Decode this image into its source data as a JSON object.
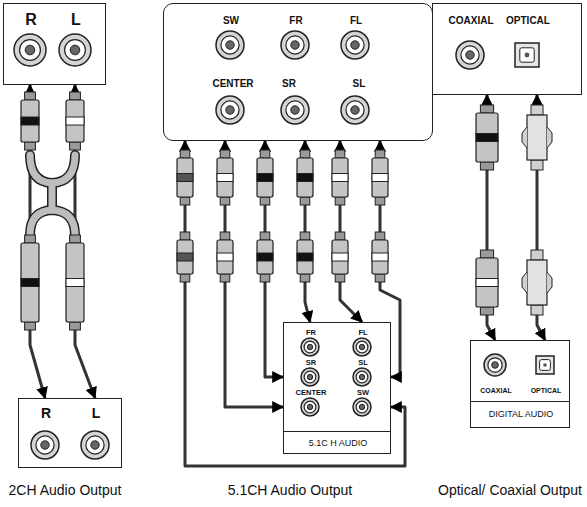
{
  "diagram": {
    "nodes": [
      {
        "text": [
          "R",
          "L"
        ]
      },
      {
        "text": [
          "R",
          "L"
        ]
      },
      {
        "text": [
          "SW",
          "FR",
          "FL",
          "CENTER",
          "SR",
          "SL"
        ]
      },
      {
        "text": [
          "FR",
          "FL",
          "SR",
          "SL",
          "CENTER",
          "SW",
          "5.1C H AUDIO"
        ]
      },
      {
        "text": [
          "COAXIAL",
          "OPTICAL"
        ]
      },
      {
        "text": [
          "COAXIAL",
          "OPTICAL",
          "DIGITAL AUDIO"
        ]
      }
    ],
    "edges": [
      {
        "from": 1,
        "to": 0,
        "arrow": "both"
      },
      {
        "from": 1,
        "to": 0,
        "arrow": "both"
      },
      {
        "from": 3,
        "to": 2,
        "arrow": "both"
      },
      {
        "from": 3,
        "to": 2,
        "arrow": "both"
      },
      {
        "from": 3,
        "to": 2,
        "arrow": "both"
      },
      {
        "from": 3,
        "to": 2,
        "arrow": "both"
      },
      {
        "from": 3,
        "to": 2,
        "arrow": "both"
      },
      {
        "from": 3,
        "to": 2,
        "arrow": "both"
      },
      {
        "from": 5,
        "to": 4,
        "arrow": "both"
      },
      {
        "from": 5,
        "to": 4,
        "arrow": "both"
      }
    ],
    "labels": [
      "2CH Audio Output",
      "5.1CH Audio Output",
      "Optical/ Coaxial Output"
    ]
  }
}
